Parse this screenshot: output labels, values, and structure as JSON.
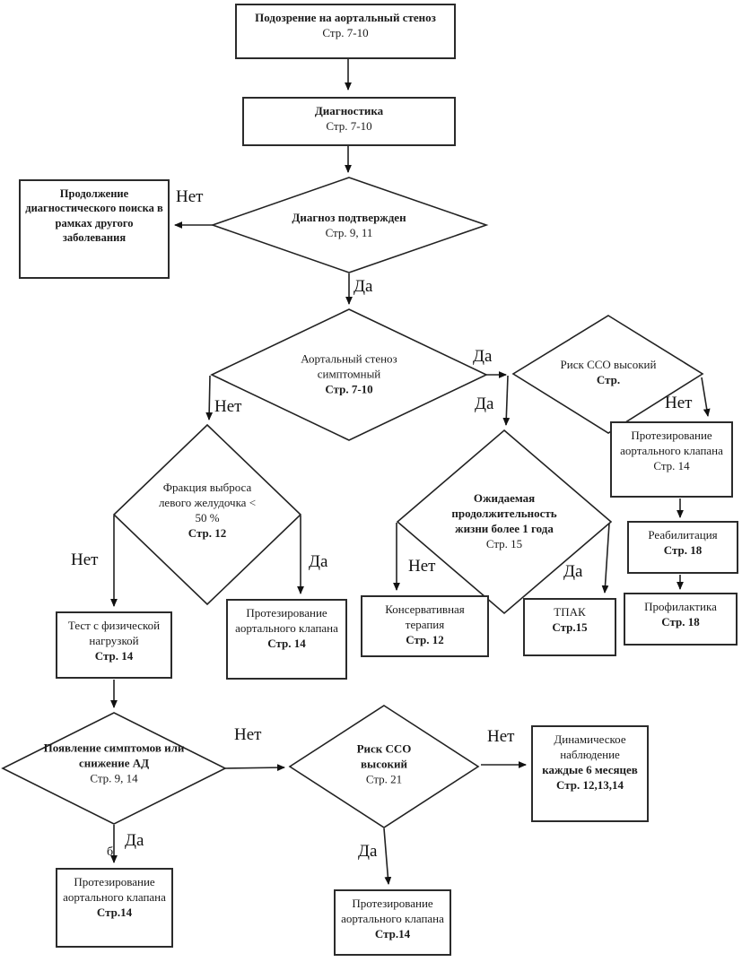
{
  "title_hint": "Блок-схема: Подозрение на аортальный стеноз",
  "colors": {
    "stroke": "#222222",
    "background": "#ffffff",
    "text": "#1a1a1a"
  },
  "nodes": {
    "suspicion": {
      "title": "Подозрение на аортальный стеноз",
      "page": "Стр. 7-10"
    },
    "diagnostics": {
      "title": "Диагностика",
      "page": "Стр.  7-10"
    },
    "diagnosis_confirmed": {
      "title": "Диагноз подтвержден",
      "page": "Стр. 9, 11"
    },
    "continue_search": {
      "title": "Продолжение диагностического поиска в рамках другого заболевания"
    },
    "symptomatic": {
      "title": "Аортальный стеноз симптомный",
      "page": "Стр. 7-10"
    },
    "risk_cco_top": {
      "title": "Риск ССО высокий",
      "page": "Стр."
    },
    "avr_right": {
      "title": "Протезирование аортального клапана",
      "page": "Стр. 14"
    },
    "rehabilitation": {
      "title": "Реабилитация",
      "page": "Стр. 18"
    },
    "prevention": {
      "title": "Профилактика",
      "page": "Стр. 18"
    },
    "life_expectancy": {
      "title": "Ожидаемая продолжительность  жизни более 1 года",
      "page": "Стр. 15"
    },
    "conservative": {
      "title": "Консервативная терапия",
      "page": "Стр. 12"
    },
    "tpak": {
      "title": "ТПАК",
      "page": "Стр.15"
    },
    "ef_lv": {
      "title": "Фракция выброса левого желудочка < 50 %",
      "page": "Стр. 12"
    },
    "stress_test": {
      "title": "Тест с физической нагрузкой",
      "page": "Стр. 14"
    },
    "avr_mid": {
      "title": "Протезирование аортального клапана",
      "page": "Стр. 14"
    },
    "symptoms_appear": {
      "title": "Появление симптомов или снижение АД",
      "page": "Стр. 9, 14"
    },
    "risk_cco_bottom": {
      "title": "Риск ССО высокий",
      "page": "Стр. 21"
    },
    "dynamic_observation": {
      "title": "Динамическое наблюдение",
      "line2": "каждые 6 месяцев",
      "page": "Стр. 12,13,14"
    },
    "avr_bottom_left": {
      "title": "Протезирование аортального клапана",
      "page": "Стр.14"
    },
    "avr_bottom_mid": {
      "title": "Протезирование аортального клапана",
      "page": "Стр.14"
    }
  },
  "edge_labels": {
    "yes": "Да",
    "no": "Нет",
    "stray": "б"
  }
}
